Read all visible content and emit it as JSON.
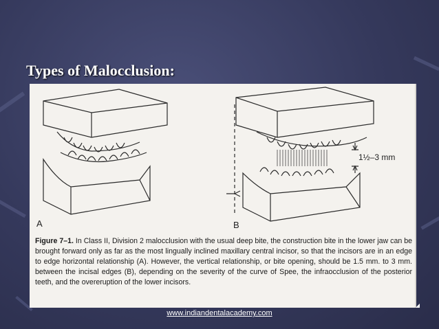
{
  "slide": {
    "title": "Types of Malocclusion:",
    "footer_link": "www.indiandentalacademy.com"
  },
  "figure": {
    "label_a": "A",
    "label_b": "B",
    "measurement": "1½–3 mm",
    "caption_prefix": "Figure 7–1.",
    "caption_text": "In Class II, Division 2 malocclusion with the usual deep bite, the construction bite in the lower jaw can be brought forward only as far as the most lingually inclined maxillary central incisor, so that the incisors are in an edge to edge horizontal relationship (A). However, the vertical relationship, or bite opening, should be 1.5 mm. to 3 mm. between the incisal edges (B), depending on the severity of the curve of Spee, the infraocclusion of the posterior teeth, and the overeruption of the lower incisors."
  }
}
